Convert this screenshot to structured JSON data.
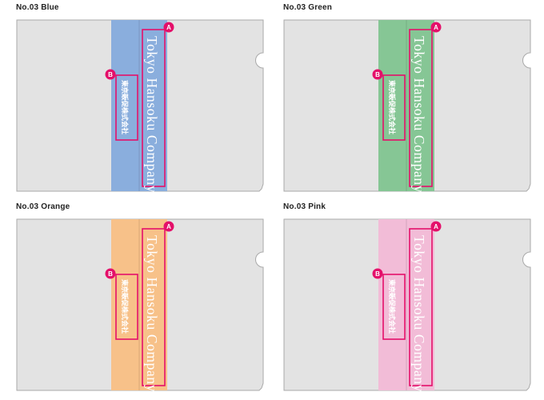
{
  "panels": [
    {
      "title": "No.03  Blue",
      "stripe_color": "#8aaedd"
    },
    {
      "title": "No.03  Green",
      "stripe_color": "#86c695"
    },
    {
      "title": "No.03  Orange",
      "stripe_color": "#f7c189"
    },
    {
      "title": "No.03  Pink",
      "stripe_color": "#f2bcd7"
    }
  ],
  "brand": {
    "english": "Tokyo Hansoku Company",
    "japanese": "東京販促株式会社",
    "japanese_sub": "Tokyo Hansoku Company"
  },
  "badges": {
    "a": "A",
    "b": "B"
  },
  "colors": {
    "accent": "#e4106a",
    "folder": "#e3e3e3",
    "folder_border": "#a9a9a9"
  }
}
